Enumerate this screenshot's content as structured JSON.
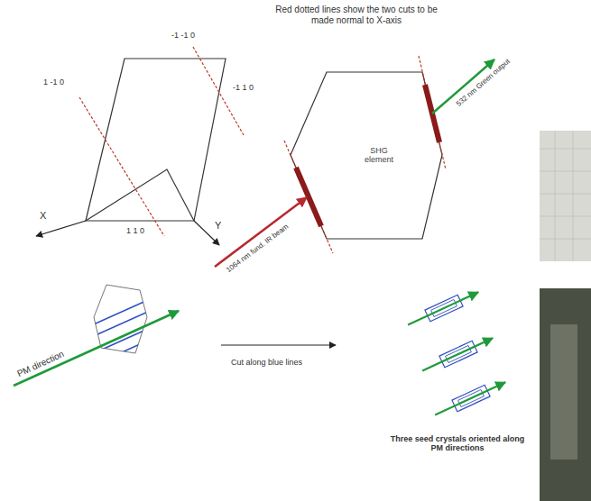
{
  "diagram": {
    "title": "Red dotted lines show the two cuts to be made normal to X-axis",
    "nodes": [
      {
        "text": [
          "SHG element"
        ]
      }
    ],
    "labels": [
      "-1 -1 0",
      "1 -1 0",
      "-1 1 0",
      "X",
      "1 1 0",
      "Y",
      "1064 nm fund. IR beam",
      "532 nm Green output",
      "PM direction",
      "Cut along blue lines",
      "Three seed crystals oriented along PM directions"
    ]
  }
}
